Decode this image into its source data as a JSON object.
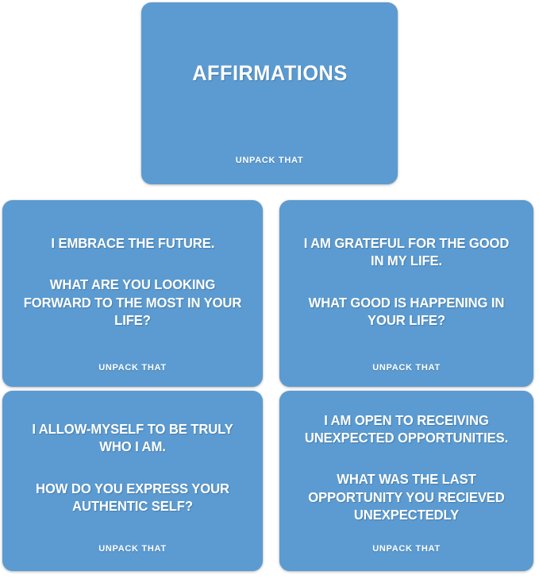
{
  "theme": {
    "card_color": "#5b9bd1",
    "text_color": "#ffffff",
    "background_color": "#ffffff"
  },
  "deck": {
    "title": "AFFIRMATIONS",
    "brand": "UNPACK THAT"
  },
  "cards": [
    {
      "id": "title-card",
      "kind": "cover",
      "title": "AFFIRMATIONS",
      "footer": "UNPACK THAT"
    },
    {
      "id": "card-embrace-future",
      "kind": "prompt",
      "affirmation": "I EMBRACE THE FUTURE.",
      "question": "WHAT ARE YOU LOOKING FORWARD TO THE MOST IN YOUR LIFE?",
      "footer": "UNPACK THAT"
    },
    {
      "id": "card-grateful",
      "kind": "prompt",
      "affirmation": "I AM GRATEFUL FOR THE GOOD IN MY LIFE.",
      "question": "WHAT GOOD IS HAPPENING IN YOUR LIFE?",
      "footer": "UNPACK THAT"
    },
    {
      "id": "card-authentic-self",
      "kind": "prompt",
      "affirmation": "I ALLOW-MYSELF TO BE TRULY WHO I AM.",
      "question": "HOW DO YOU EXPRESS YOUR AUTHENTIC SELF?",
      "footer": "UNPACK THAT"
    },
    {
      "id": "card-opportunities",
      "kind": "prompt",
      "affirmation": "I AM OPEN TO RECEIVING UNEXPECTED OPPORTUNITIES.",
      "question": "WHAT WAS THE LAST OPPORTUNITY YOU RECIEVED UNEXPECTEDLY",
      "footer": "UNPACK THAT"
    }
  ]
}
